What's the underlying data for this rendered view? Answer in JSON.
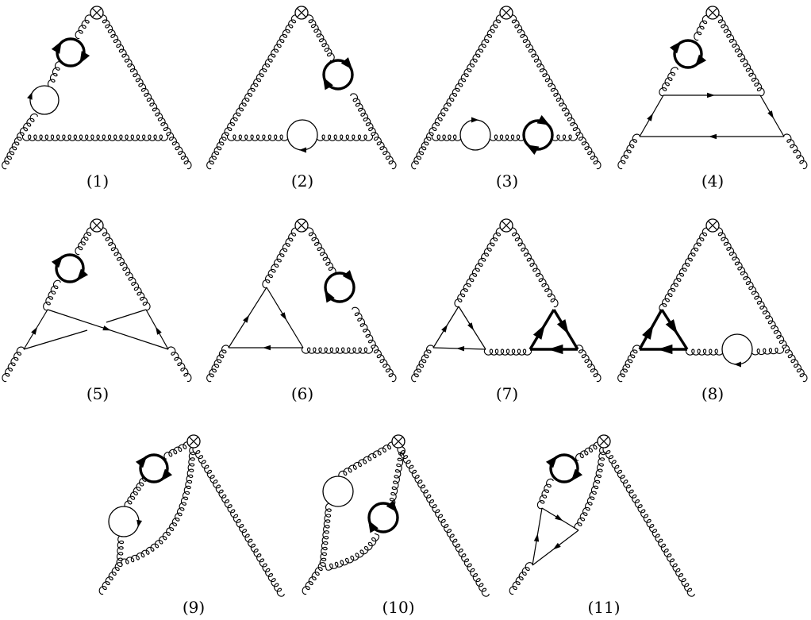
{
  "figure": {
    "diagrams": [
      {
        "label": "(1)"
      },
      {
        "label": "(2)"
      },
      {
        "label": "(3)"
      },
      {
        "label": "(4)"
      },
      {
        "label": "(5)"
      },
      {
        "label": "(6)"
      },
      {
        "label": "(7)"
      },
      {
        "label": "(8)"
      },
      {
        "label": "(9)"
      },
      {
        "label": "(10)"
      },
      {
        "label": "(11)"
      }
    ]
  }
}
